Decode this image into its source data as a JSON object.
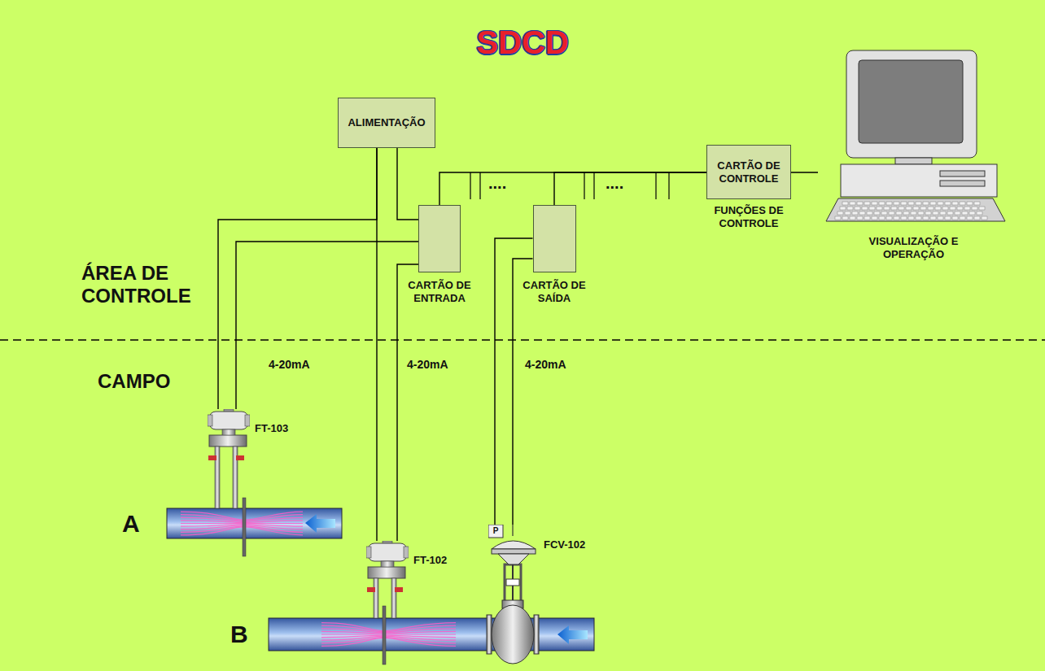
{
  "diagram": {
    "title": "SDCD",
    "nodes": [
      {
        "text": [
          "ALIMENTAÇÃO"
        ]
      },
      {
        "text": [
          "CARTÃO DE ENTRADA"
        ]
      },
      {
        "text": [
          "CARTÃO DE SAÍDA"
        ]
      },
      {
        "text": [
          "CARTÃO DE CONTROLE",
          "FUNÇÕES DE CONTROLE"
        ]
      },
      {
        "text": [
          "VISUALIZAÇÃO E OPERAÇÃO"
        ]
      },
      {
        "text": [
          "FT-103"
        ]
      },
      {
        "text": [
          "FT-102"
        ]
      },
      {
        "text": [
          "FCV-102"
        ]
      }
    ],
    "edges": [
      {
        "from": 5,
        "to": 1,
        "arrow": "none",
        "label": "4-20mA"
      },
      {
        "from": 5,
        "to": 0,
        "arrow": "none"
      },
      {
        "from": 6,
        "to": 1,
        "arrow": "none",
        "label": "4-20mA"
      },
      {
        "from": 6,
        "to": 0,
        "arrow": "none"
      },
      {
        "from": 0,
        "to": 1,
        "arrow": "none"
      },
      {
        "from": 7,
        "to": 2,
        "arrow": "none",
        "label": "4-20mA"
      },
      {
        "from": 7,
        "to": 2,
        "arrow": "none"
      },
      {
        "from": 1,
        "to": 3,
        "arrow": "none"
      },
      {
        "from": 2,
        "to": 3,
        "arrow": "none"
      },
      {
        "from": 3,
        "to": 4,
        "arrow": "none"
      }
    ],
    "labels": [
      "ÁREA DE CONTROLE",
      "CAMPO",
      "....",
      "....",
      "A",
      "B",
      "P"
    ]
  }
}
